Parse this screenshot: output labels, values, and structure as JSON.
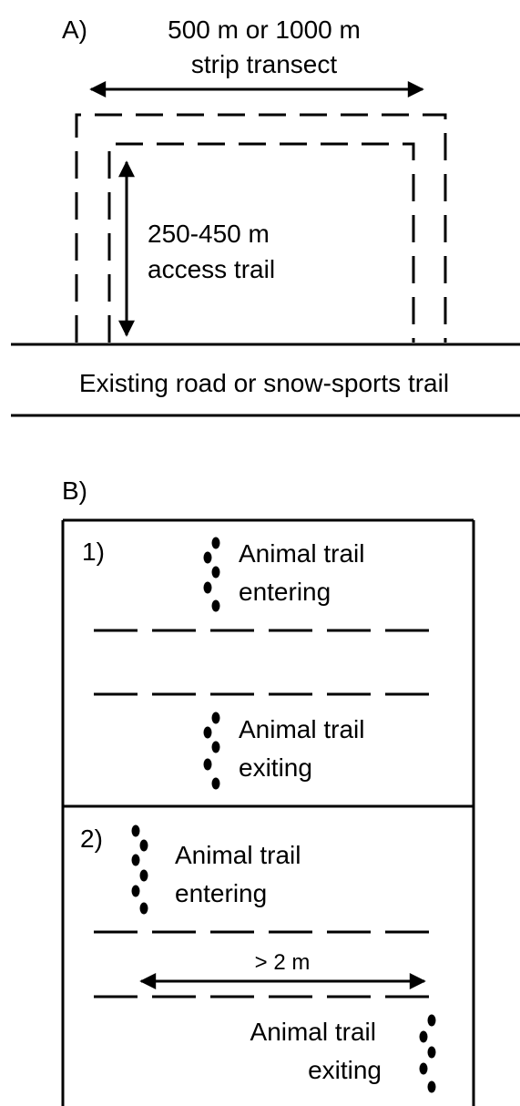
{
  "panel_a": {
    "label": "A)",
    "transect_line1": "500 m or 1000 m",
    "transect_line2": "strip transect",
    "access_line1": "250-450 m",
    "access_line2": "access trail",
    "road_label": "Existing road or snow-sports trail"
  },
  "panel_b": {
    "label": "B)",
    "case1": {
      "number": "1)",
      "enter_line1": "Animal trail",
      "enter_line2": "entering",
      "exit_line1": "Animal trail",
      "exit_line2": "exiting"
    },
    "case2": {
      "number": "2)",
      "enter_line1": "Animal trail",
      "enter_line2": "entering",
      "distance": "> 2 m",
      "exit_line1": "Animal trail",
      "exit_line2": "exiting"
    }
  }
}
